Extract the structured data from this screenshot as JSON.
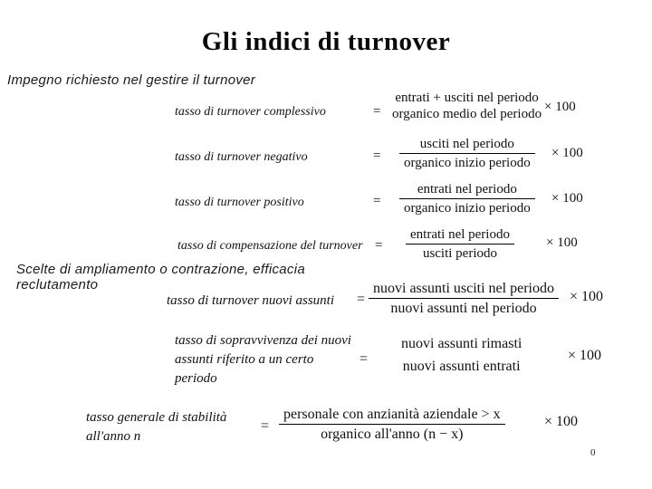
{
  "slide": {
    "title": "Gli indici di turnover",
    "note1": "Impegno richiesto nel gestire il turnover",
    "note2": "Scelte di ampliamento o contrazione, efficacia reclutamento",
    "page_number": "0",
    "background_color": "#ffffff",
    "text_color": "#000000"
  },
  "formulas": [
    {
      "label": "tasso di turnover complessivo",
      "equals": "=",
      "numerator": "entrati + usciti nel periodo",
      "denominator": "organico medio del periodo",
      "multiplier": "× 100"
    },
    {
      "label": "tasso di turnover negativo",
      "equals": "=",
      "numerator": "usciti nel periodo",
      "denominator": "organico inizio periodo",
      "multiplier": "× 100"
    },
    {
      "label": "tasso di turnover positivo",
      "equals": "=",
      "numerator": "entrati nel periodo",
      "denominator": "organico inizio periodo",
      "multiplier": "× 100"
    },
    {
      "label": "tasso di compensazione del turnover",
      "equals": "=",
      "numerator": "entrati nel periodo",
      "denominator": "usciti periodo",
      "multiplier": "× 100"
    },
    {
      "label": "tasso di turnover nuovi assunti",
      "equals": "=",
      "numerator": "nuovi assunti usciti nel periodo",
      "denominator": "nuovi assunti nel periodo",
      "multiplier": "× 100"
    },
    {
      "label": "tasso di sopravvivenza dei nuovi assunti riferito a un certo periodo",
      "equals": "=",
      "numerator": "nuovi assunti rimasti",
      "denominator": "nuovi assunti entrati",
      "multiplier": "× 100"
    },
    {
      "label": "tasso generale di stabilità all'anno n",
      "equals": "=",
      "numerator": "personale con anzianità aziendale > x",
      "denominator": "organico all'anno (n − x)",
      "multiplier": "× 100"
    }
  ]
}
